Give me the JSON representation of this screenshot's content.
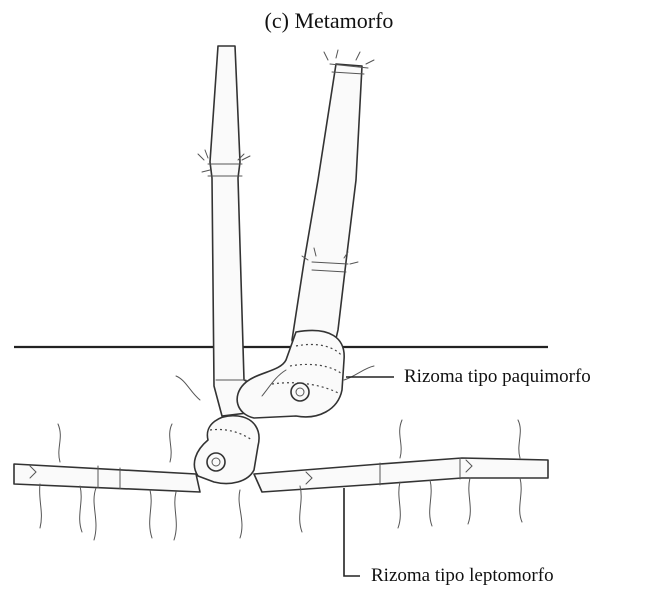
{
  "caption": "(c)  Metamorfo",
  "labels": {
    "pachymorph": "Rizoma tipo paquimorfo",
    "leptomorph": "Rizoma tipo leptomorfo"
  }
}
